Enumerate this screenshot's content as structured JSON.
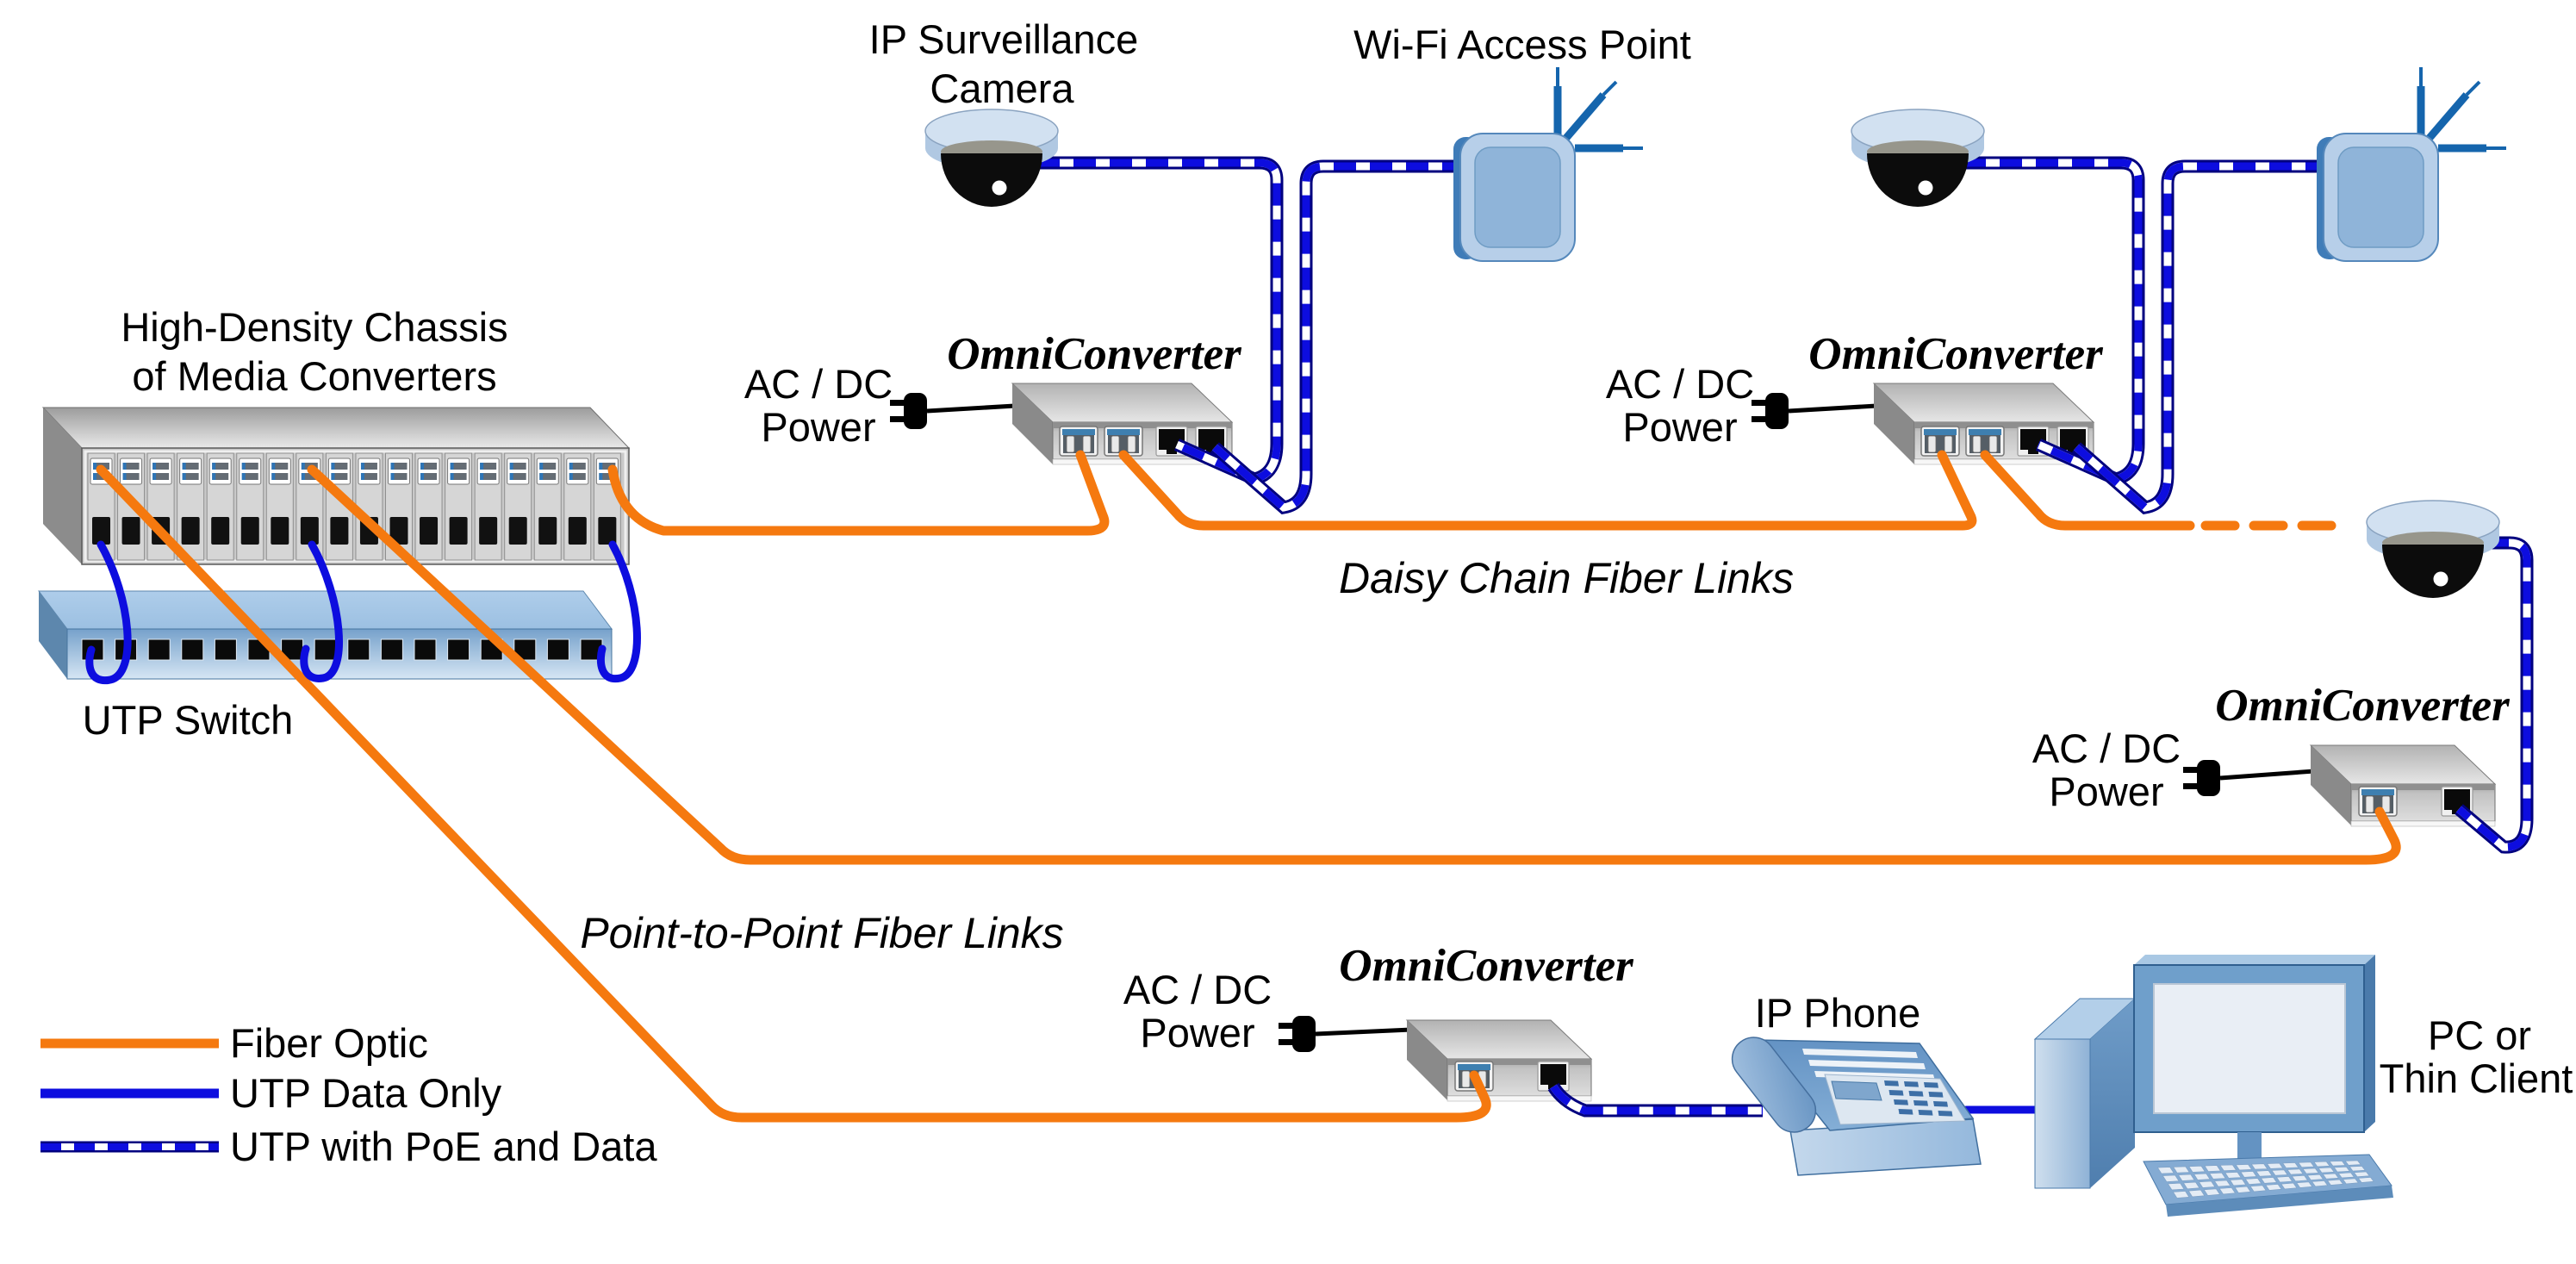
{
  "labels": {
    "camera_title_line1": "IP Surveillance",
    "camera_title_line2": "Camera",
    "wifi_ap_title": "Wi-Fi Access Point",
    "chassis_title_line1": "High-Density Chassis",
    "chassis_title_line2": "of Media Converters",
    "utp_switch": "UTP Switch",
    "omniconverter": "OmniConverter",
    "acdc_line1": "AC / DC",
    "acdc_line2": "Power",
    "daisy_chain": "Daisy Chain Fiber Links",
    "point_to_point": "Point-to-Point Fiber Links",
    "ip_phone": "IP Phone",
    "pc_line1": "PC or",
    "pc_line2": "Thin Client"
  },
  "legend": {
    "items": [
      {
        "label": "Fiber Optic",
        "style": "fiber"
      },
      {
        "label": "UTP Data Only",
        "style": "utp"
      },
      {
        "label": "UTP with PoE and Data",
        "style": "poe"
      }
    ]
  },
  "colors": {
    "fiber_optic": "#F5790F",
    "utp_blue": "#0D0DDF",
    "poe_outline": "#00007F",
    "device_blue": "#8FB4D9",
    "device_gray": "#C9C9C9"
  },
  "counts": {
    "chassis_slots": 18,
    "switch_ports": 16,
    "keyboard_rows": 4,
    "keyboard_cols": 13,
    "phone_key_rows": 4,
    "phone_key_cols": 3
  }
}
